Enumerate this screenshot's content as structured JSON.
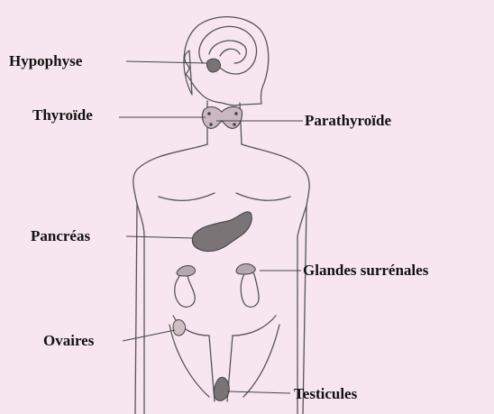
{
  "labels": {
    "hypophyse": "Hypophyse",
    "thyroide": "Thyroïde",
    "parathyroide": "Parathyroïde",
    "pancreas": "Pancréas",
    "surrenales": "Glandes surrénales",
    "ovaires": "Ovaires",
    "testicules": "Testicules"
  },
  "colors": {
    "background": "#f7e6ef",
    "outline": "#555555",
    "gland_dark": "#7a7477",
    "gland_light": "#b5a7ad",
    "leader_line": "#444444"
  }
}
